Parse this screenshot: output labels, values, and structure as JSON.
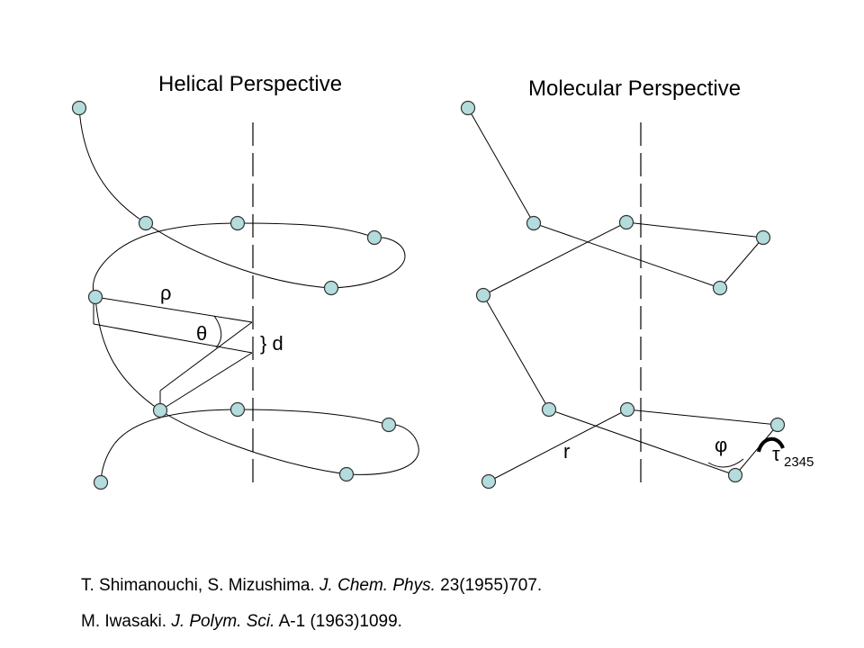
{
  "titles": {
    "left": "Helical Perspective",
    "right": "Molecular Perspective"
  },
  "labels": {
    "rho": "ρ",
    "theta": "θ",
    "d": "} d",
    "r": "r",
    "phi": "φ",
    "tau": "τ",
    "tau_sub": "2345"
  },
  "colors": {
    "node_fill": "#b4dcdc",
    "node_stroke": "#333333",
    "line": "#000000"
  },
  "references": [
    {
      "authors": "T. Shimanouchi, S. Mizushima.",
      "journal": "J. Chem. Phys.",
      "details": "23(1955)707."
    },
    {
      "authors": "M. Iwasaki.",
      "journal": "J. Polym. Sci.",
      "details": "A-1 (1963)1099."
    }
  ]
}
